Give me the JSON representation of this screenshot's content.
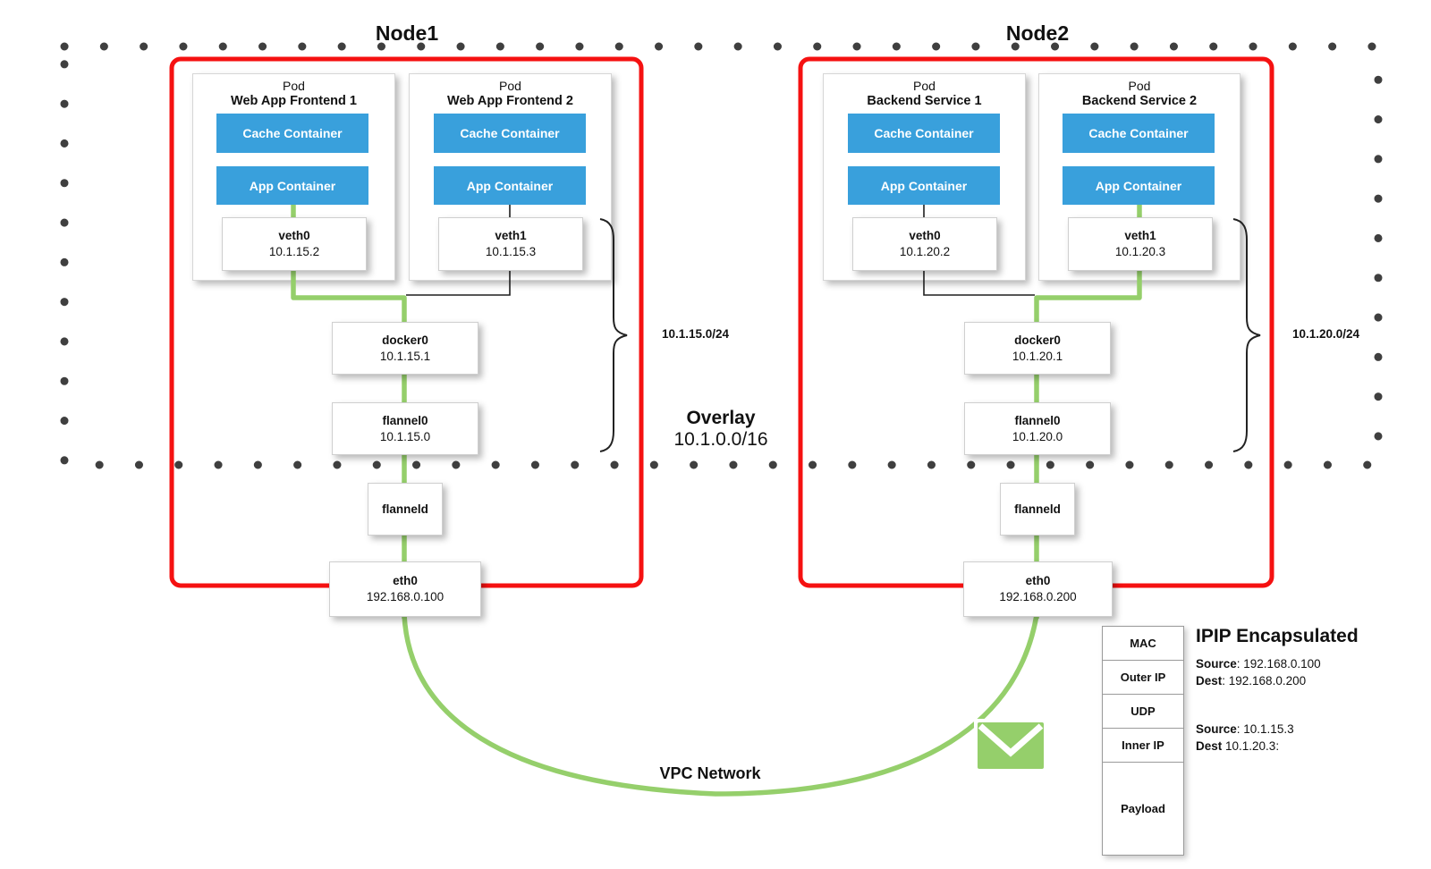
{
  "colors": {
    "green": "#95cf6b",
    "red": "#f51111",
    "blue": "#39a0dc",
    "dot_gray": "#3f3f3f"
  },
  "overlay": {
    "title": "Overlay",
    "cidr": "10.1.0.0/16"
  },
  "vpc_label": "VPC Network",
  "nodes": [
    {
      "title": "Node1",
      "subnet": "10.1.15.0/24",
      "pods": [
        {
          "kind": "Pod",
          "name": "Web App Frontend 1",
          "cache": "Cache Container",
          "app": "App Container",
          "veth": "veth0",
          "ip": "10.1.15.2"
        },
        {
          "kind": "Pod",
          "name": "Web App Frontend 2",
          "cache": "Cache Container",
          "app": "App Container",
          "veth": "veth1",
          "ip": "10.1.15.3"
        }
      ],
      "docker": {
        "name": "docker0",
        "ip": "10.1.15.1"
      },
      "flannel": {
        "name": "flannel0",
        "ip": "10.1.15.0"
      },
      "flanneld": "flanneld",
      "eth": {
        "name": "eth0",
        "ip": "192.168.0.100"
      }
    },
    {
      "title": "Node2",
      "subnet": "10.1.20.0/24",
      "pods": [
        {
          "kind": "Pod",
          "name": "Backend Service 1",
          "cache": "Cache Container",
          "app": "App Container",
          "veth": "veth0",
          "ip": "10.1.20.2"
        },
        {
          "kind": "Pod",
          "name": "Backend Service 2",
          "cache": "Cache Container",
          "app": "App Container",
          "veth": "veth1",
          "ip": "10.1.20.3"
        }
      ],
      "docker": {
        "name": "docker0",
        "ip": "10.1.20.1"
      },
      "flannel": {
        "name": "flannel0",
        "ip": "10.1.20.0"
      },
      "flanneld": "flanneld",
      "eth": {
        "name": "eth0",
        "ip": "192.168.0.200"
      }
    }
  ],
  "packet": {
    "title": "IPIP Encapsulated",
    "layers": [
      "MAC",
      "Outer IP",
      "UDP",
      "Inner IP",
      "Payload"
    ],
    "outer": {
      "source_label": "Source",
      "source_rest": ": 192.168.0.100",
      "dest_label": "Dest",
      "dest_rest": ": 192.168.0.200"
    },
    "inner": {
      "source_label": "Source",
      "source_rest": ": 10.1.15.3",
      "dest_label": "Dest",
      "dest_rest": " 10.1.20.3:"
    }
  }
}
